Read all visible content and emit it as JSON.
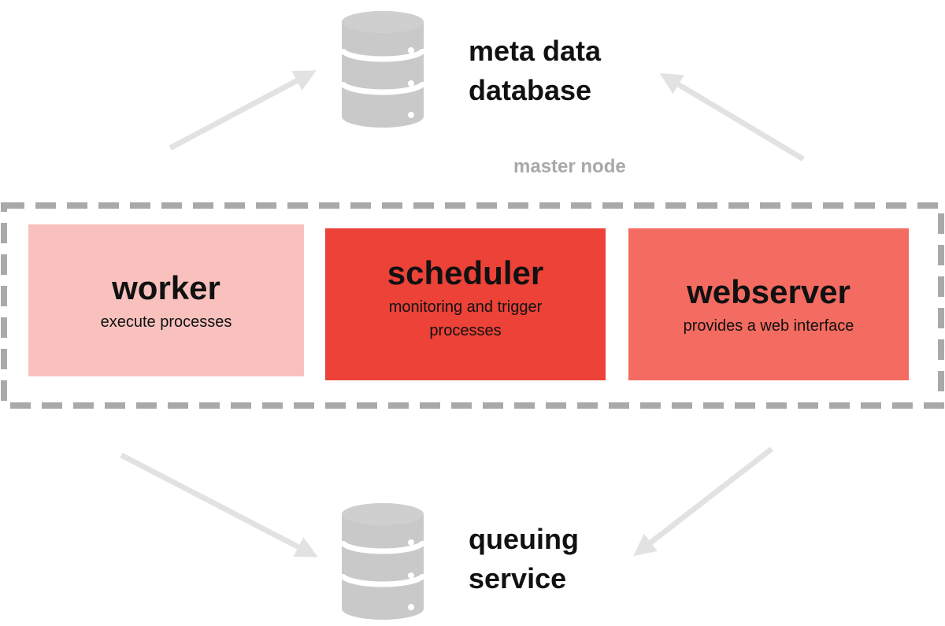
{
  "colors": {
    "worker": "#f8c1bd",
    "scheduler": "#ec4238",
    "webserver": "#f46b61",
    "arrow": "#e2e2e2",
    "database": "#c9c9c9",
    "frame": "#a9a9a9",
    "group_label": "#a8a8a8"
  },
  "databases": {
    "metadata": {
      "icon": "database-icon",
      "line1": "meta data",
      "line2": "database"
    },
    "queue": {
      "icon": "database-icon",
      "line1": "queuing",
      "line2": "service"
    }
  },
  "group": {
    "label": "master node"
  },
  "components": {
    "worker": {
      "title": "worker",
      "subtitle": "execute processes"
    },
    "scheduler": {
      "title": "scheduler",
      "subtitle": "monitoring and  trigger processes"
    },
    "webserver": {
      "title": "webserver",
      "subtitle": "provides a web interface"
    }
  }
}
